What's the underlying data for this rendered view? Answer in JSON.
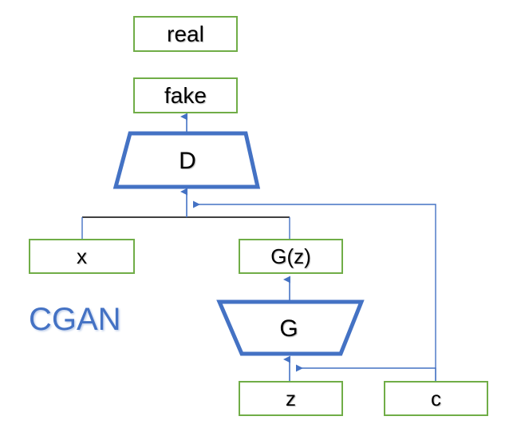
{
  "diagram": {
    "title": "CGAN",
    "title_color": "#4472C4",
    "box_border_color": "#70AD47",
    "shape_border_color": "#4472C4",
    "edge_color": "#4472C4",
    "bracket_color": "#000000",
    "background": "#ffffff"
  },
  "nodes": {
    "real": {
      "label": "real",
      "kind": "box"
    },
    "fake": {
      "label": "fake",
      "kind": "box"
    },
    "discriminator": {
      "label": "D",
      "kind": "trapezoid"
    },
    "x": {
      "label": "x",
      "kind": "box"
    },
    "gz": {
      "label": "G(z)",
      "kind": "box"
    },
    "generator": {
      "label": "G",
      "kind": "trapezoid"
    },
    "z": {
      "label": "z",
      "kind": "box"
    },
    "c": {
      "label": "c",
      "kind": "box"
    }
  },
  "edges": [
    {
      "name": "d-to-fake",
      "from": "discriminator",
      "to": "fake",
      "arrow": true
    },
    {
      "name": "bracket-to-d",
      "from": "x-and-gz",
      "to": "discriminator",
      "arrow": true
    },
    {
      "name": "c-to-d",
      "from": "c",
      "to": "discriminator",
      "arrow": true
    },
    {
      "name": "g-to-gz",
      "from": "generator",
      "to": "gz",
      "arrow": true
    },
    {
      "name": "z-to-g",
      "from": "z",
      "to": "generator",
      "arrow": true
    },
    {
      "name": "c-to-g",
      "from": "c",
      "to": "generator",
      "arrow": true
    },
    {
      "name": "x-drop",
      "from": "x",
      "to": "bracket",
      "arrow": false
    },
    {
      "name": "gz-drop",
      "from": "gz",
      "to": "bracket",
      "arrow": false
    }
  ]
}
